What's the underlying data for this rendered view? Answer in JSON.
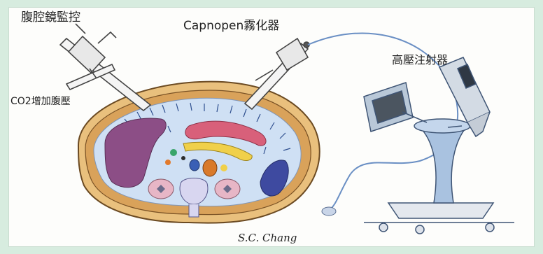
{
  "labels": {
    "laparoscope_monitor": "腹腔鏡監控",
    "capnopen": "Capnopen霧化器",
    "high_pressure_injector": "高壓注射器",
    "co2_pressure": "CO2增加腹壓",
    "signature": "S.C. Chang"
  },
  "colors": {
    "background": "#d7ecdf",
    "peritoneum": "#cfe0f4",
    "muscle": "#d9a25a",
    "liver": "#8c4e86",
    "spleen": "#3e4aa0",
    "kidney": "#e7b6c6",
    "bone": "#d8d6f0"
  }
}
